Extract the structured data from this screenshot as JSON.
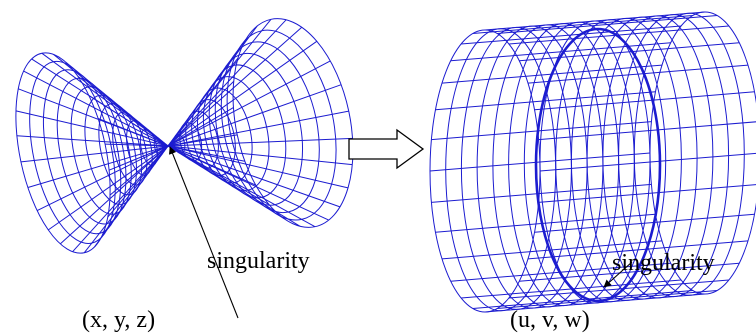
{
  "left_panel": {
    "singularity_label": "singularity",
    "coordinate_label": "(x, y, z)"
  },
  "right_panel": {
    "singularity_label": "singularity",
    "coordinate_label": "(u, v, w)"
  },
  "colors": {
    "mesh": "#1c1cd0",
    "annotation": "#000000",
    "background": "#ffffff"
  }
}
